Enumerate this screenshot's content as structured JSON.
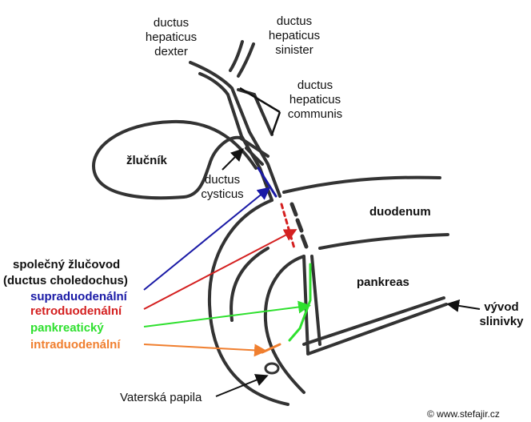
{
  "labels": {
    "ductus_hepaticus_dexter": [
      "ductus",
      "hepaticus",
      "dexter"
    ],
    "ductus_hepaticus_sinister": [
      "ductus",
      "hepaticus",
      "sinister"
    ],
    "ductus_hepaticus_communis": [
      "ductus",
      "hepaticus",
      "communis"
    ],
    "zlucnik": "žlučník",
    "ductus_cysticus": [
      "ductus",
      "cysticus"
    ],
    "duodenum": "duodenum",
    "pankreas": "pankreas",
    "vyvod_slinivky": [
      "vývod",
      "slinivky"
    ],
    "spolecny_zlucovod": "společný žlučovod",
    "ductus_choledochus": "(ductus choledochus)",
    "vaterska_papila": "Vaterská papila",
    "copyright": "© www.stefajir.cz"
  },
  "segments": [
    {
      "label": "supraduodenální",
      "color": "#1a1aa6"
    },
    {
      "label": "retroduodenální",
      "color": "#d42020"
    },
    {
      "label": "pankreatický",
      "color": "#2fe02f"
    },
    {
      "label": "intraduodenální",
      "color": "#f07f2f"
    }
  ],
  "colors": {
    "outline": "#333333",
    "text": "#111111"
  }
}
